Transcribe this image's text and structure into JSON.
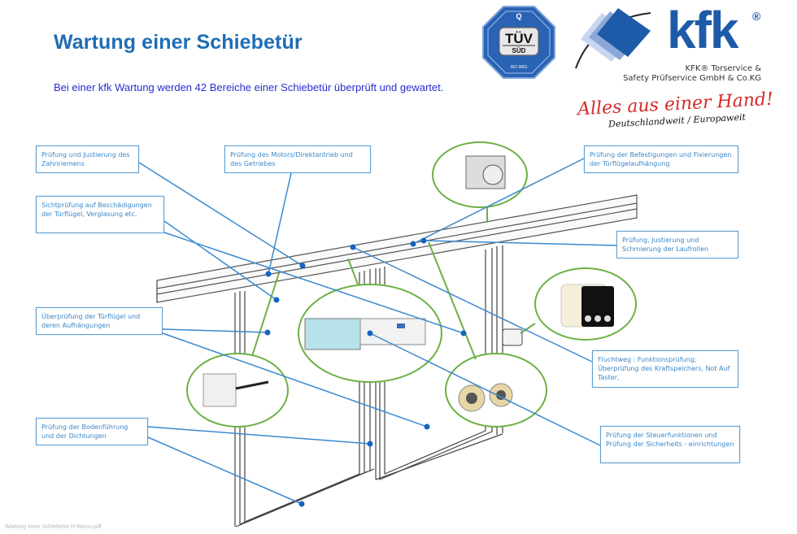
{
  "header": {
    "title": "Wartung einer Schiebetür",
    "subtitle": "Bei einer kfk Wartung werden 42 Bereiche einer Schiebetür überprüft und gewartet."
  },
  "tuv_badge": {
    "top_letter": "Q",
    "main": "TÜV",
    "sub": "SÜD",
    "iso": "ISO 9001"
  },
  "brand": {
    "logo_text": "kfk",
    "registered": "®",
    "company_line1": "KFK® Torservice &",
    "company_line2": "Safety Prüfservice GmbH & Co.KG",
    "slogan": "Alles aus einer Hand!",
    "slogan_sub": "Deutschlandweit / Europaweit",
    "color_primary": "#1d5ba8",
    "color_slogan": "#d42a2a"
  },
  "callouts": [
    {
      "id": "zahnriemen",
      "text": "Prüfung und Justierung des Zahnriemens"
    },
    {
      "id": "motor",
      "text": "Prüfung des Motors/Direktantrieb und des Getriebes"
    },
    {
      "id": "befestigungen",
      "text": "Prüfung der Befestigungen und Fixierungen der Türflügelaufhängung"
    },
    {
      "id": "sichtpruefung",
      "text": "Sichtprüfung auf Beschädigungen der Türflügel, Verglasung etc."
    },
    {
      "id": "laufrollen",
      "text": "Prüfung, Justierung und Schmierung der Laufrollen"
    },
    {
      "id": "tuerfluegel",
      "text": "Überprüfung der Türflügel und deren Aufhängungen"
    },
    {
      "id": "fluchtweg",
      "text": "Fluchtweg : Funktionsprüfung; Überprüfung des Kraftspeichers, Not Auf Taster,"
    },
    {
      "id": "bodenfuehrung",
      "text": "Prüfung der Bodenführung und der Dichtungen"
    },
    {
      "id": "steuerfunktionen",
      "text": "Prüfung der Steuerfunktionen und Prüfung der Sicherheits - einrichtungen"
    }
  ],
  "colors": {
    "callout_border": "#5f9fd3",
    "callout_text": "#3b86c6",
    "leader_line": "#3a8ad0",
    "point": "#1565c0",
    "detail_circle": "#6cb043",
    "title": "#1f6db5",
    "subtitle": "#2c2bd0"
  },
  "footer": {
    "filename": "Wartung einer Schiebetür H Weiss.pdf"
  }
}
